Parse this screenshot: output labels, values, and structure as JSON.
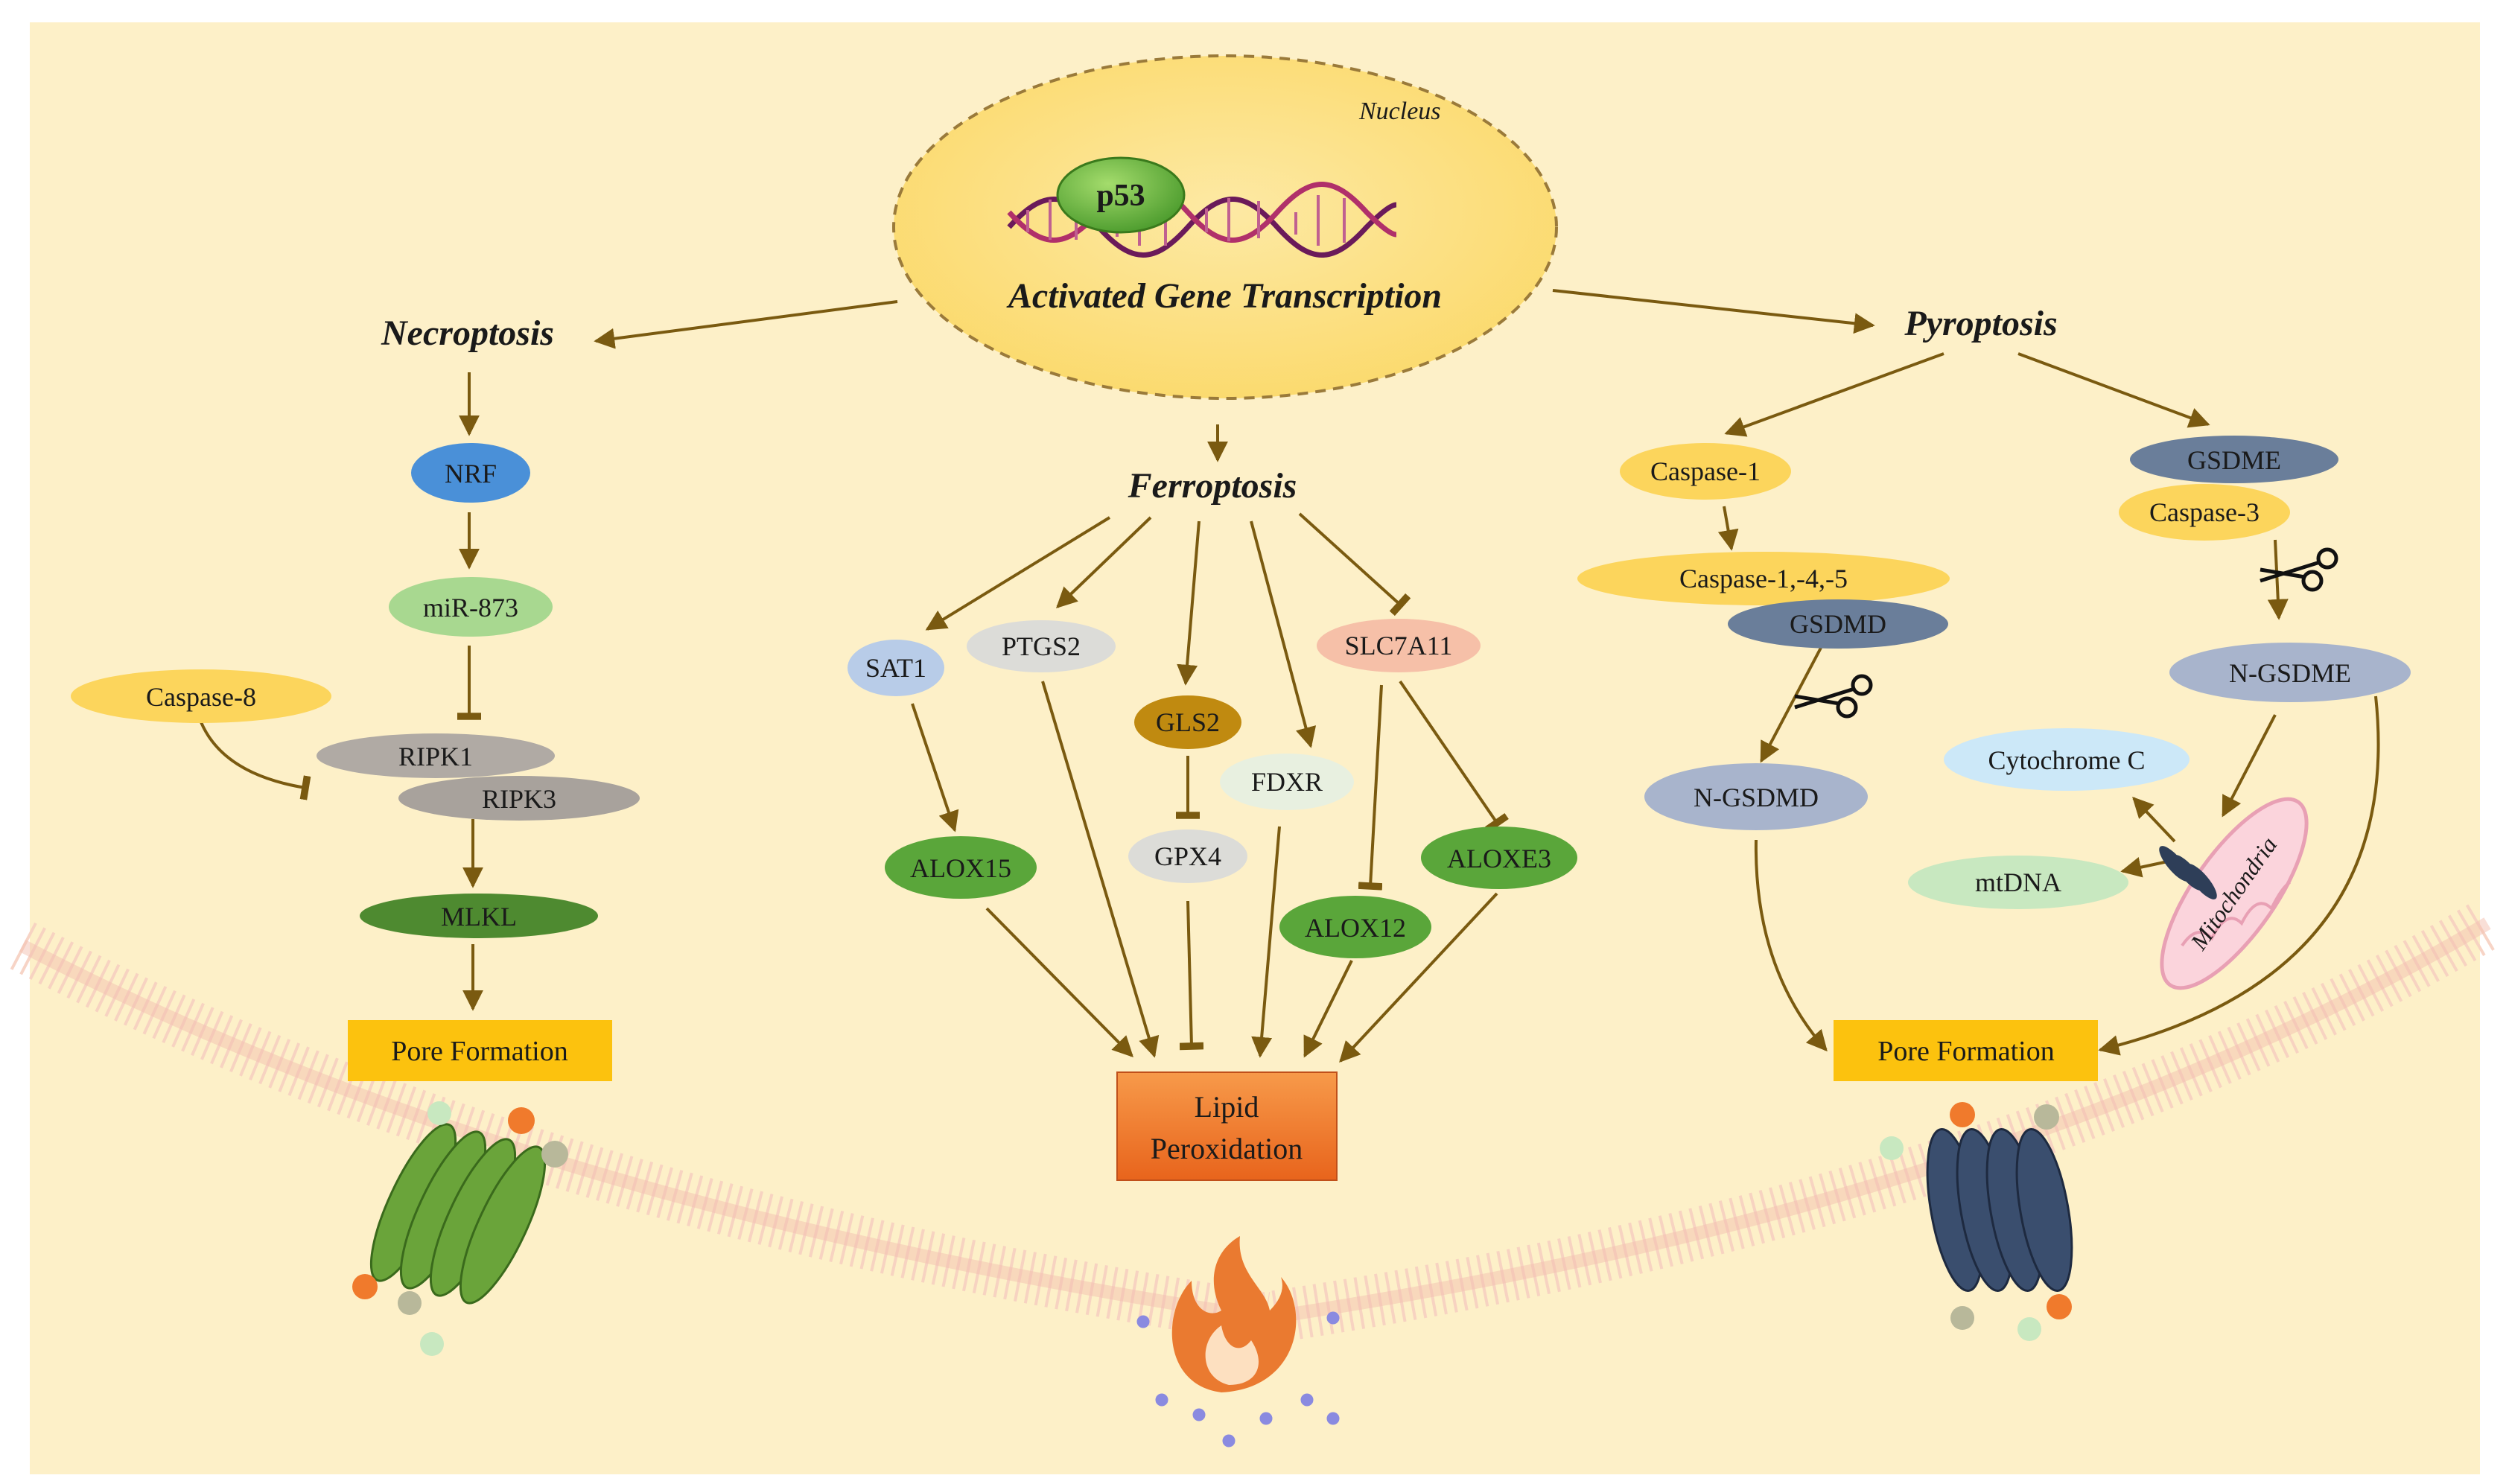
{
  "nucleus": {
    "label": "Nucleus",
    "p53": "p53",
    "transcription": "Activated Gene Transcription"
  },
  "pathways": {
    "necroptosis": "Necroptosis",
    "ferroptosis": "Ferroptosis",
    "pyroptosis": "Pyroptosis"
  },
  "necroptosis_nodes": {
    "nrf": "NRF",
    "mir873": "miR-873",
    "caspase8": "Caspase-8",
    "ripk1": "RIPK1",
    "ripk3": "RIPK3",
    "mlkl": "MLKL",
    "pore": "Pore Formation"
  },
  "ferroptosis_nodes": {
    "sat1": "SAT1",
    "ptgs2": "PTGS2",
    "gls2": "GLS2",
    "fdxr": "FDXR",
    "slc7a11": "SLC7A11",
    "alox15": "ALOX15",
    "gpx4": "GPX4",
    "alox12": "ALOX12",
    "aloxe3": "ALOXE3",
    "lipid1": "Lipid",
    "lipid2": "Peroxidation"
  },
  "pyroptosis_nodes": {
    "caspase1": "Caspase-1",
    "caspase145": "Caspase-1,-4,-5",
    "gsdmd": "GSDMD",
    "ngsdmd": "N-GSDMD",
    "gsdme": "GSDME",
    "caspase3": "Caspase-3",
    "ngsdme": "N-GSDME",
    "cytc": "Cytochrome C",
    "mtdna": "mtDNA",
    "mito": "Mitochondria",
    "pore": "Pore Formation"
  },
  "colors": {
    "background": "#fdf0c8",
    "nucleus": "#fbe07a",
    "arrow": "#7a5a10",
    "membrane": "#f3c0b0",
    "yellow_node": "#fcd55c",
    "box": "#fcc20e",
    "lipid_box": "#f07a2c"
  }
}
